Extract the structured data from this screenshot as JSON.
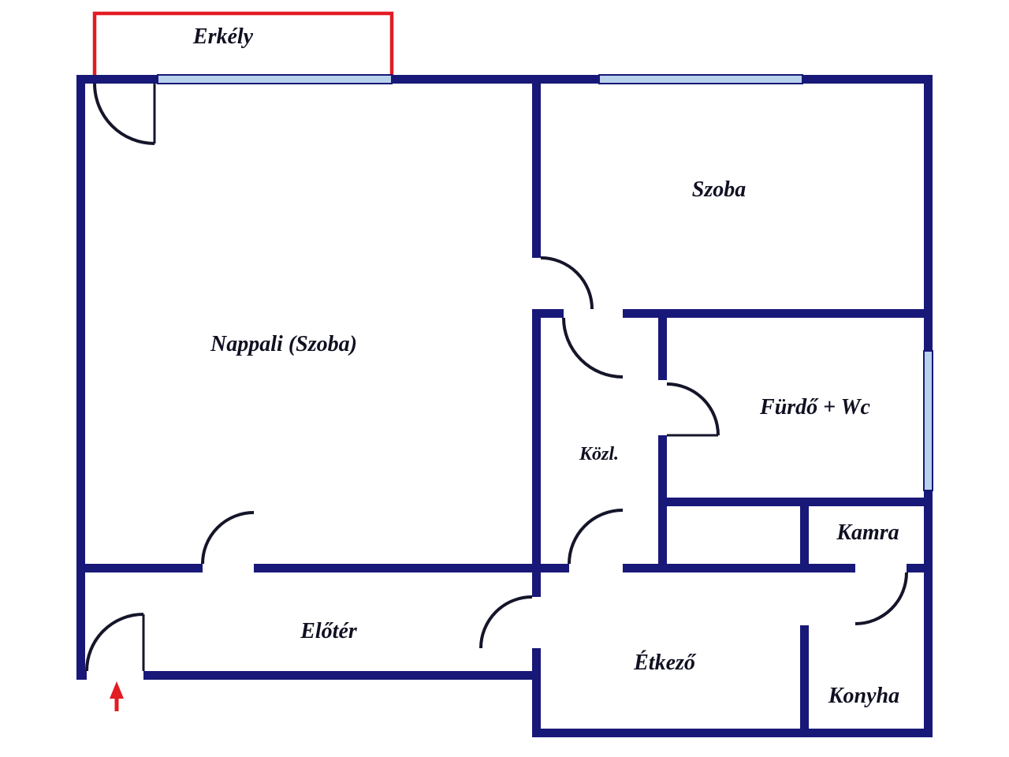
{
  "floorplan": {
    "background_color": "#ffffff",
    "wall_color": "#181878",
    "window_color": "#b8d2ec",
    "door_arc_color": "#15152a",
    "balcony_outline_color": "#e31b23",
    "entrance_arrow_color": "#e31b23",
    "label_color": "#101022"
  },
  "rooms": [
    {
      "id": "erkely",
      "label": "Erkély"
    },
    {
      "id": "nappali",
      "label": "Nappali (Szoba)"
    },
    {
      "id": "szoba",
      "label": "Szoba"
    },
    {
      "id": "kozlekedo",
      "label": "Közl."
    },
    {
      "id": "furdo-wc",
      "label": "Fürdő + Wc"
    },
    {
      "id": "kamra",
      "label": "Kamra"
    },
    {
      "id": "eloter",
      "label": "Előtér"
    },
    {
      "id": "etkezo",
      "label": "Étkező"
    },
    {
      "id": "konyha",
      "label": "Konyha"
    }
  ]
}
